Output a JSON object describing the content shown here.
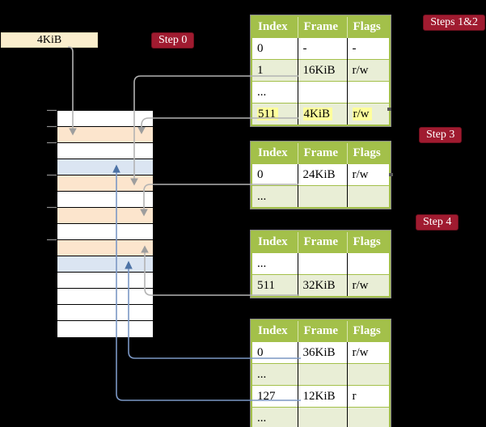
{
  "frame_size_label": "4KiB",
  "badges": {
    "step0": "Step 0",
    "steps12": "Steps 1&2",
    "step3": "Step 3",
    "step4": "Step 4"
  },
  "memory": {
    "description": "physical memory column of 4KiB frames, top to bottom",
    "rows": [
      "white",
      "orange",
      "white",
      "blue",
      "orange",
      "white",
      "orange",
      "white",
      "orange",
      "blue",
      "white",
      "white",
      "white",
      "white"
    ]
  },
  "tables": [
    {
      "name": "page-table-steps-1-2",
      "headers": [
        "Index",
        "Frame",
        "Flags"
      ],
      "rows": [
        {
          "cells": [
            "0",
            "-",
            "-"
          ]
        },
        {
          "cells": [
            "1",
            "16KiB",
            "r/w"
          ]
        },
        {
          "cells": [
            "...",
            "",
            ""
          ]
        },
        {
          "cells": [
            "511",
            "4KiB",
            "r/w"
          ],
          "highlighted": true
        }
      ]
    },
    {
      "name": "page-table-step-3",
      "headers": [
        "Index",
        "Frame",
        "Flags"
      ],
      "rows": [
        {
          "cells": [
            "0",
            "24KiB",
            "r/w"
          ]
        },
        {
          "cells": [
            "...",
            "",
            ""
          ]
        }
      ]
    },
    {
      "name": "page-table-step-4",
      "headers": [
        "Index",
        "Frame",
        "Flags"
      ],
      "rows": [
        {
          "cells": [
            "...",
            "",
            ""
          ]
        },
        {
          "cells": [
            "511",
            "32KiB",
            "r/w"
          ]
        }
      ]
    },
    {
      "name": "page-table-final",
      "headers": [
        "Index",
        "Frame",
        "Flags"
      ],
      "rows": [
        {
          "cells": [
            "0",
            "36KiB",
            "r/w"
          ]
        },
        {
          "cells": [
            "...",
            "",
            ""
          ]
        },
        {
          "cells": [
            "127",
            "12KiB",
            "r"
          ]
        },
        {
          "cells": [
            "...",
            "",
            ""
          ]
        }
      ]
    }
  ],
  "colors": {
    "background": "#000000",
    "badge_red": "#a01b30",
    "table_header_green": "#a3c04a",
    "table_shaded_row_green": "#e9eed6",
    "highlight_yellow": "#ffff9c",
    "memory_frame_orange": "#fce5cd",
    "memory_frame_blue": "#dbe5f2",
    "frame_label_cream": "#fbeecd",
    "gray_arrow": "#b3b3b3",
    "blue_arrow": "#4d73a6"
  }
}
